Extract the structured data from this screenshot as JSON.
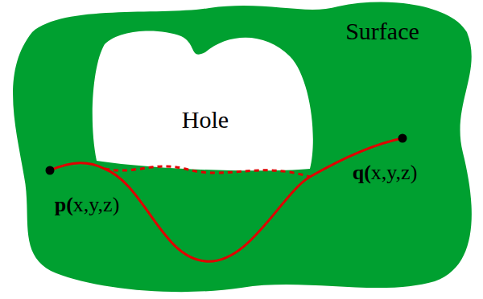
{
  "diagram": {
    "nodes": [
      {
        "text": [
          "Surface"
        ]
      },
      {
        "text": [
          "Hole"
        ],
        "in": 0
      }
    ],
    "labels": [
      "p(x,y,z)",
      "q(x,y,z)"
    ]
  }
}
